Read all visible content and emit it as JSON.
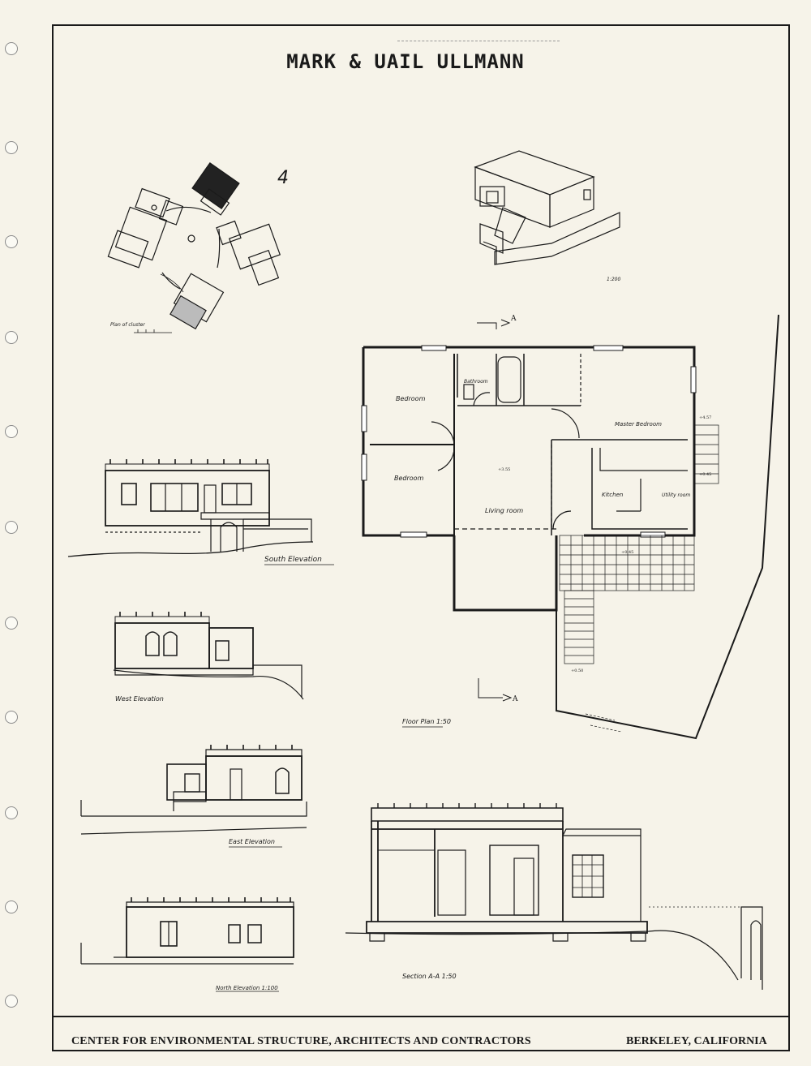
{
  "title": "MARK & UAIL ULLMANN",
  "footer": {
    "left": "CENTER FOR ENVIRONMENTAL STRUCTURE, ARCHITECTS AND CONTRACTORS",
    "right": "BERKELEY, CALIFORNIA"
  },
  "site_plan": {
    "label": "Plan of cluster",
    "north_mark": "4"
  },
  "axonometric": {
    "scale": "1:200"
  },
  "floor_plan": {
    "label": "Floor Plan   1:50",
    "rooms": {
      "bedroom_1": "Bedroom",
      "bedroom_2": "Bedroom",
      "bathroom": "Bathroom",
      "master_bedroom": "Master Bedroom",
      "living_room": "Living room",
      "kitchen": "Kitchen",
      "utility_room": "Utility room"
    },
    "levels": {
      "living": "+3.55",
      "stair_top": "+4.57",
      "kitchen_side": "+0.45",
      "terrace": "+0.45",
      "stair_bottom": "+0.50"
    },
    "section_marker": "A"
  },
  "elevations": {
    "south": "South Elevation",
    "west": "West Elevation",
    "east": "East Elevation",
    "north": "North Elevation   1:100"
  },
  "section": {
    "label": "Section   A-A   1:50"
  }
}
